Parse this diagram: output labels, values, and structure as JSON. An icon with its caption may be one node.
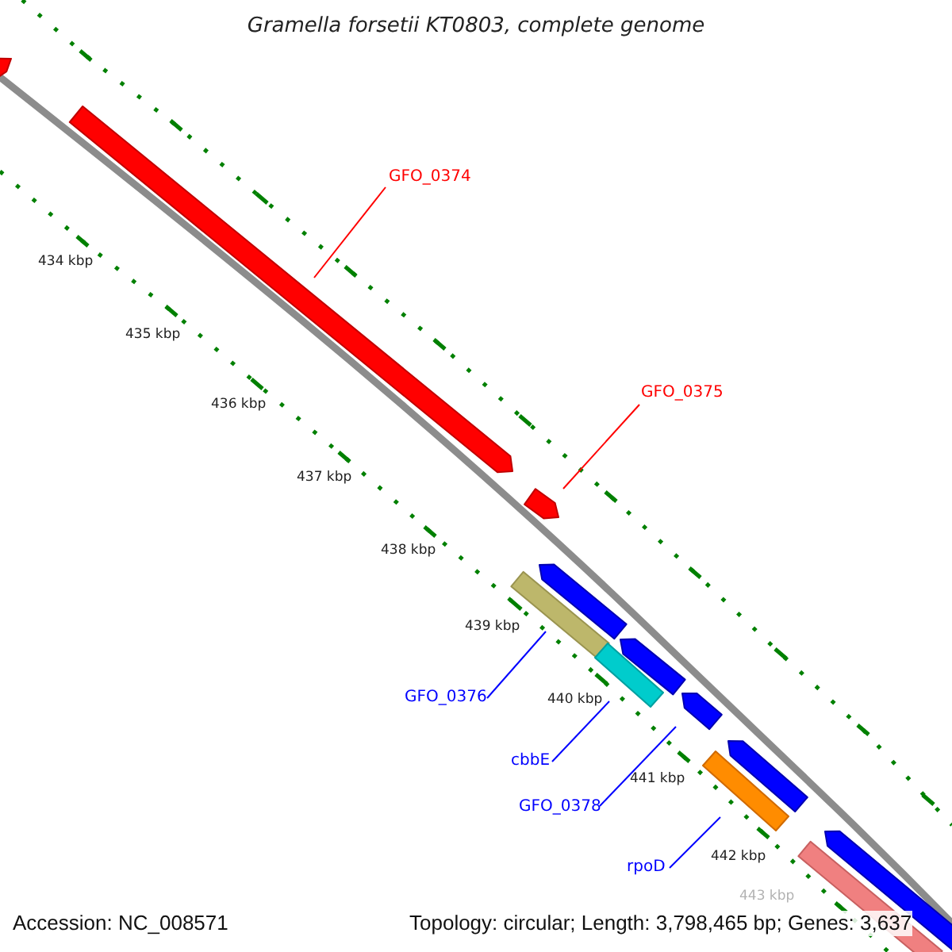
{
  "diagram": {
    "title": "Gramella forsetii KT0803, complete genome",
    "nodes": [
      {
        "text": [
          "GFO_0374"
        ]
      },
      {
        "text": [],
        "shape": "bar"
      },
      {
        "text": [
          "GFO_0375"
        ]
      },
      {
        "text": [],
        "shape": "bar"
      },
      {
        "text": [
          "GFO_0376"
        ]
      },
      {
        "text": [],
        "shape": "bar"
      },
      {
        "text": [
          "cbbE"
        ]
      },
      {
        "text": [],
        "shape": "bar"
      },
      {
        "text": [
          "GFO_0378"
        ]
      },
      {
        "text": [],
        "shape": "bar"
      },
      {
        "text": [
          "rpoD"
        ]
      },
      {
        "text": [],
        "shape": "bar"
      },
      {
        "text": [],
        "shape": "bar"
      },
      {
        "text": [],
        "shape": "bar"
      },
      {
        "text": [],
        "shape": "bar"
      },
      {
        "text": [],
        "shape": "bar"
      },
      {
        "text": [],
        "shape": "bar"
      },
      {
        "text": [],
        "shape": "bar"
      }
    ],
    "edges": [
      {
        "from": 0,
        "to": 1,
        "arrow": "none",
        "color": "#ff0000"
      },
      {
        "from": 2,
        "to": 3,
        "arrow": "none",
        "color": "#ff0000"
      },
      {
        "from": 4,
        "to": 5,
        "arrow": "none"
      },
      {
        "from": 6,
        "to": 7,
        "arrow": "none"
      },
      {
        "from": 8,
        "to": 9,
        "arrow": "none"
      },
      {
        "from": 10,
        "to": 11,
        "arrow": "none"
      }
    ],
    "labels": [
      "434 kbp",
      "435 kbp",
      "436 kbp",
      "437 kbp",
      "438 kbp",
      "439 kbp",
      "440 kbp",
      "441 kbp",
      "442 kbp",
      "443 kbp",
      "Accession: NC_008571",
      "Topology: circular; Length: 3,798,465 bp; Genes: 3,637"
    ]
  }
}
